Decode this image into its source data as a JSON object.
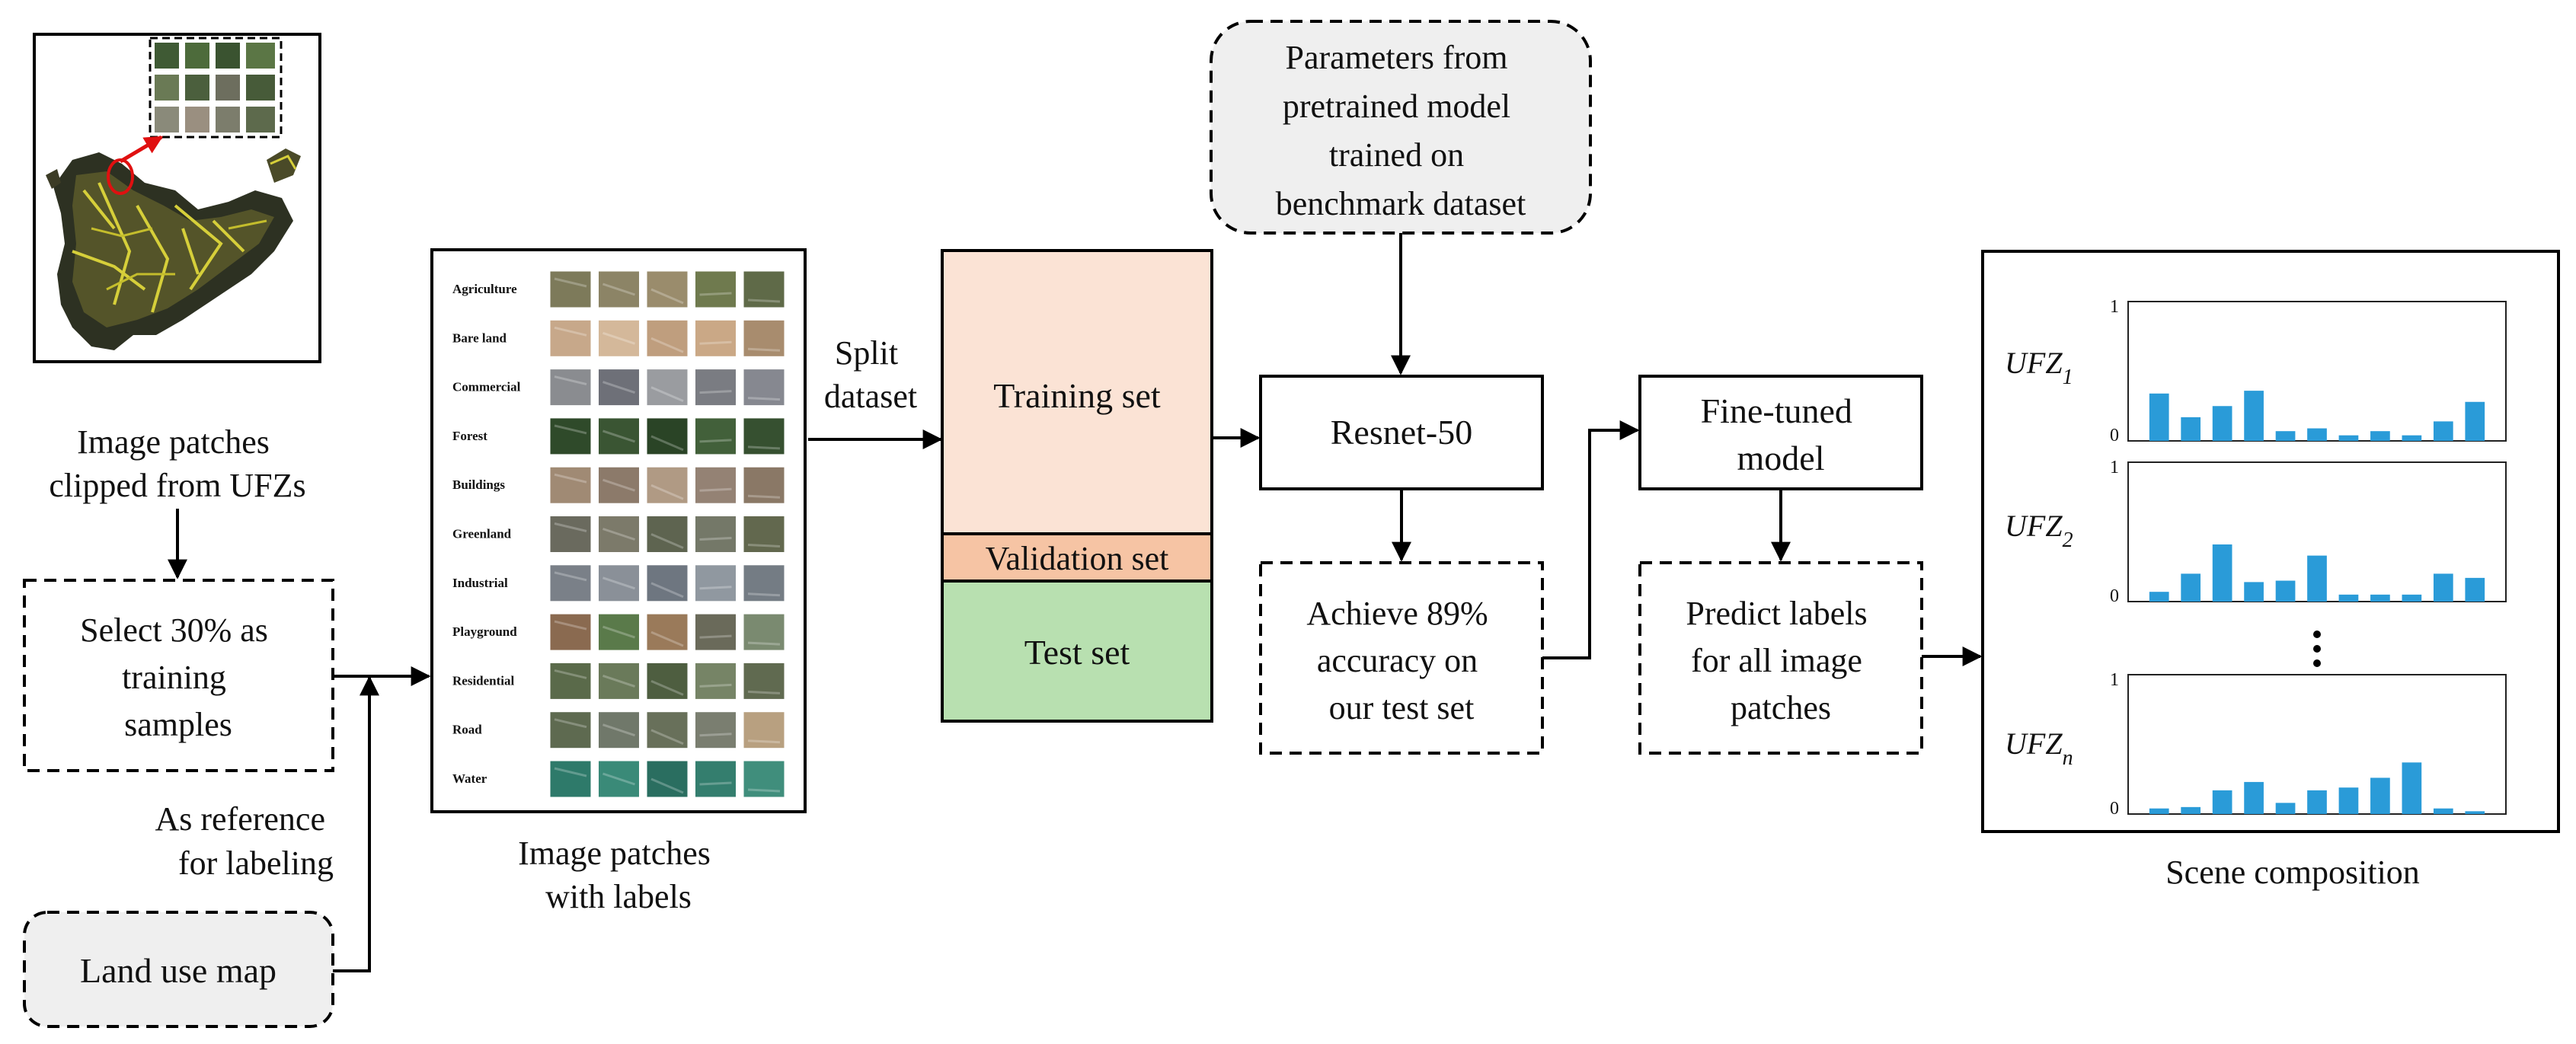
{
  "map_caption": [
    "Image patches",
    "clipped from UFZs"
  ],
  "select_box": [
    "Select 30% as",
    "training",
    "samples"
  ],
  "reference_note": [
    "As reference",
    "for labeling"
  ],
  "land_use_box": "Land use map",
  "patches_caption": [
    "Image patches",
    "with labels"
  ],
  "categories": [
    "Agriculture",
    "Bare land",
    "Commercial",
    "Forest",
    "Buildings",
    "Greenland",
    "Industrial",
    "Playground",
    "Residential",
    "Road",
    "Water"
  ],
  "split_label": [
    "Split",
    "dataset"
  ],
  "sets": {
    "training": "Training set",
    "validation": "Validation set",
    "test": "Test set"
  },
  "params_box": [
    "Parameters from",
    "pretrained model",
    "trained on",
    "benchmark dataset"
  ],
  "resnet_box": "Resnet-50",
  "accuracy_box": [
    "Achieve 89%",
    "accuracy on",
    "our test set"
  ],
  "finetuned_box": [
    "Fine-tuned",
    "model"
  ],
  "predict_box": [
    "Predict labels",
    "for all image",
    "patches"
  ],
  "scene_caption": "Scene composition",
  "colors": {
    "training_fill": "#fbe3d5",
    "validation_fill": "#f6c4a4",
    "test_fill": "#b8e0b0",
    "bar": "#2a9bd8",
    "gray_box": "#efefef"
  },
  "chart_data": [
    {
      "type": "bar",
      "title": "UFZ₁",
      "title_base": "UFZ",
      "title_sub": "1",
      "ylim": [
        0,
        1
      ],
      "yticks": [
        "0",
        "1"
      ],
      "values": [
        0.34,
        0.17,
        0.25,
        0.36,
        0.07,
        0.09,
        0.04,
        0.07,
        0.04,
        0.14,
        0.28
      ]
    },
    {
      "type": "bar",
      "title": "UFZ₂",
      "title_base": "UFZ",
      "title_sub": "2",
      "ylim": [
        0,
        1
      ],
      "yticks": [
        "0",
        "1"
      ],
      "values": [
        0.07,
        0.2,
        0.41,
        0.14,
        0.15,
        0.33,
        0.05,
        0.05,
        0.05,
        0.2,
        0.17
      ]
    },
    {
      "type": "bar",
      "title": "UFZₙ",
      "title_base": "UFZ",
      "title_sub": "n",
      "ylim": [
        0,
        1
      ],
      "yticks": [
        "0",
        "1"
      ],
      "values": [
        0.04,
        0.05,
        0.17,
        0.23,
        0.08,
        0.17,
        0.19,
        0.26,
        0.37,
        0.04,
        0.02
      ]
    }
  ]
}
